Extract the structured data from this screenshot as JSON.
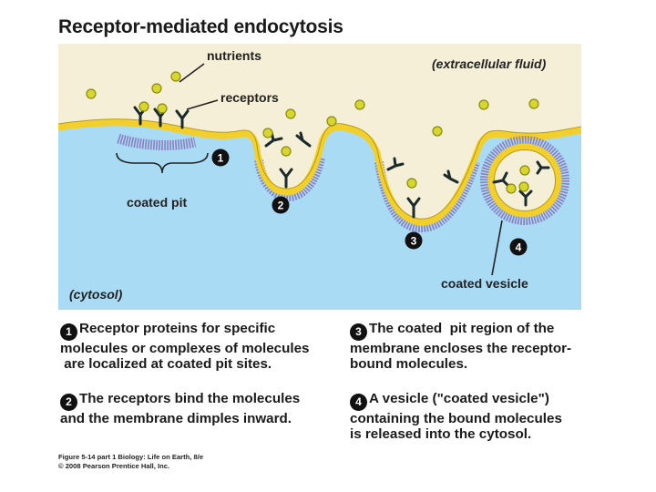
{
  "title": "Receptor-mediated endocytosis",
  "labels": {
    "nutrients": "nutrients",
    "receptors": "receptors",
    "extracellular": "(extracellular fluid)",
    "coated_pit": "coated pit",
    "cytosol": "(cytosol)",
    "coated_vesicle": "coated vesicle"
  },
  "markers": [
    "1",
    "2",
    "3",
    "4"
  ],
  "steps": [
    {
      "num": "1",
      "lines": [
        "Receptor proteins for specific",
        "molecules or complexes of molecules",
        " are localized at coated pit sites."
      ]
    },
    {
      "num": "2",
      "lines": [
        "The receptors bind the molecules",
        "and the membrane dimples inward."
      ]
    },
    {
      "num": "3",
      "lines": [
        "The coated  pit region of the",
        "membrane encloses the receptor-",
        "bound molecules."
      ]
    },
    {
      "num": "4",
      "lines": [
        "A vesicle (\"coated vesicle\")",
        "containing the bound molecules",
        "is released into the cytosol."
      ]
    }
  ],
  "credit": {
    "line1": "Figure 5-14 part 1  Biology: Life on Earth, 8/e",
    "line2": "© 2008 Pearson Prentice Hall, Inc."
  },
  "colors": {
    "extracellular": "#f5efd8",
    "cytosol": "#a9dbf5",
    "membrane": "#f2cf2a",
    "coat": "#8a7fc0",
    "nutrient": "#d6d62c",
    "receptor": "#1b2a2a"
  }
}
